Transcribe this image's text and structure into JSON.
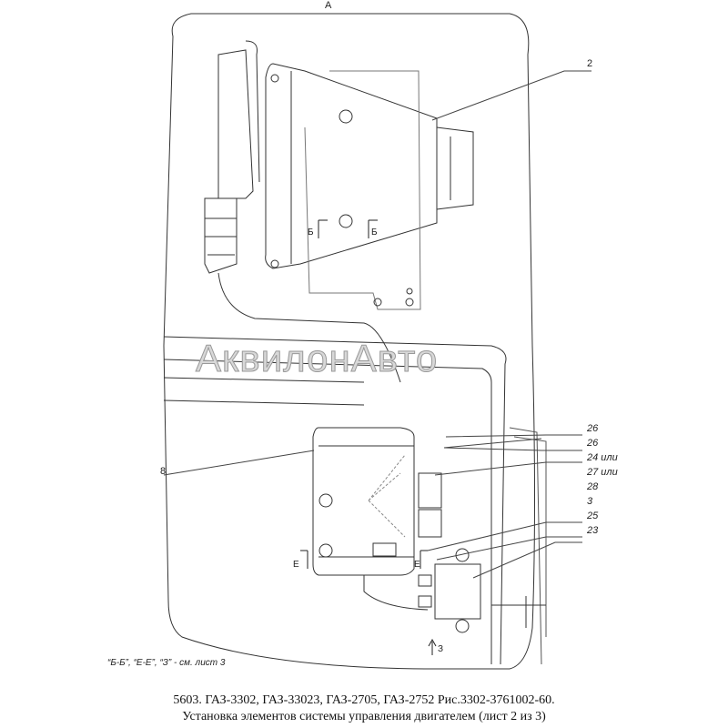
{
  "view_label": "А",
  "watermark": "АквилонАвто",
  "callouts": [
    "2",
    "8",
    "26",
    "26",
    "24 или",
    "27 или",
    "28",
    "3",
    "25",
    "23"
  ],
  "section_marks": {
    "b1": "Б",
    "b2": "Б",
    "e1": "Е",
    "e2": "Е",
    "z": "З"
  },
  "note": "“Б-Б”, “Е-Е”, “З” - см. лист 3",
  "caption": {
    "line1": "5603.  ГАЗ-3302, ГАЗ-33023, ГАЗ-2705, ГАЗ-2752 Рис.3302-3761002-60.",
    "line2": "Установка элементов системы управления двигателем (лист 2 из 3)"
  }
}
